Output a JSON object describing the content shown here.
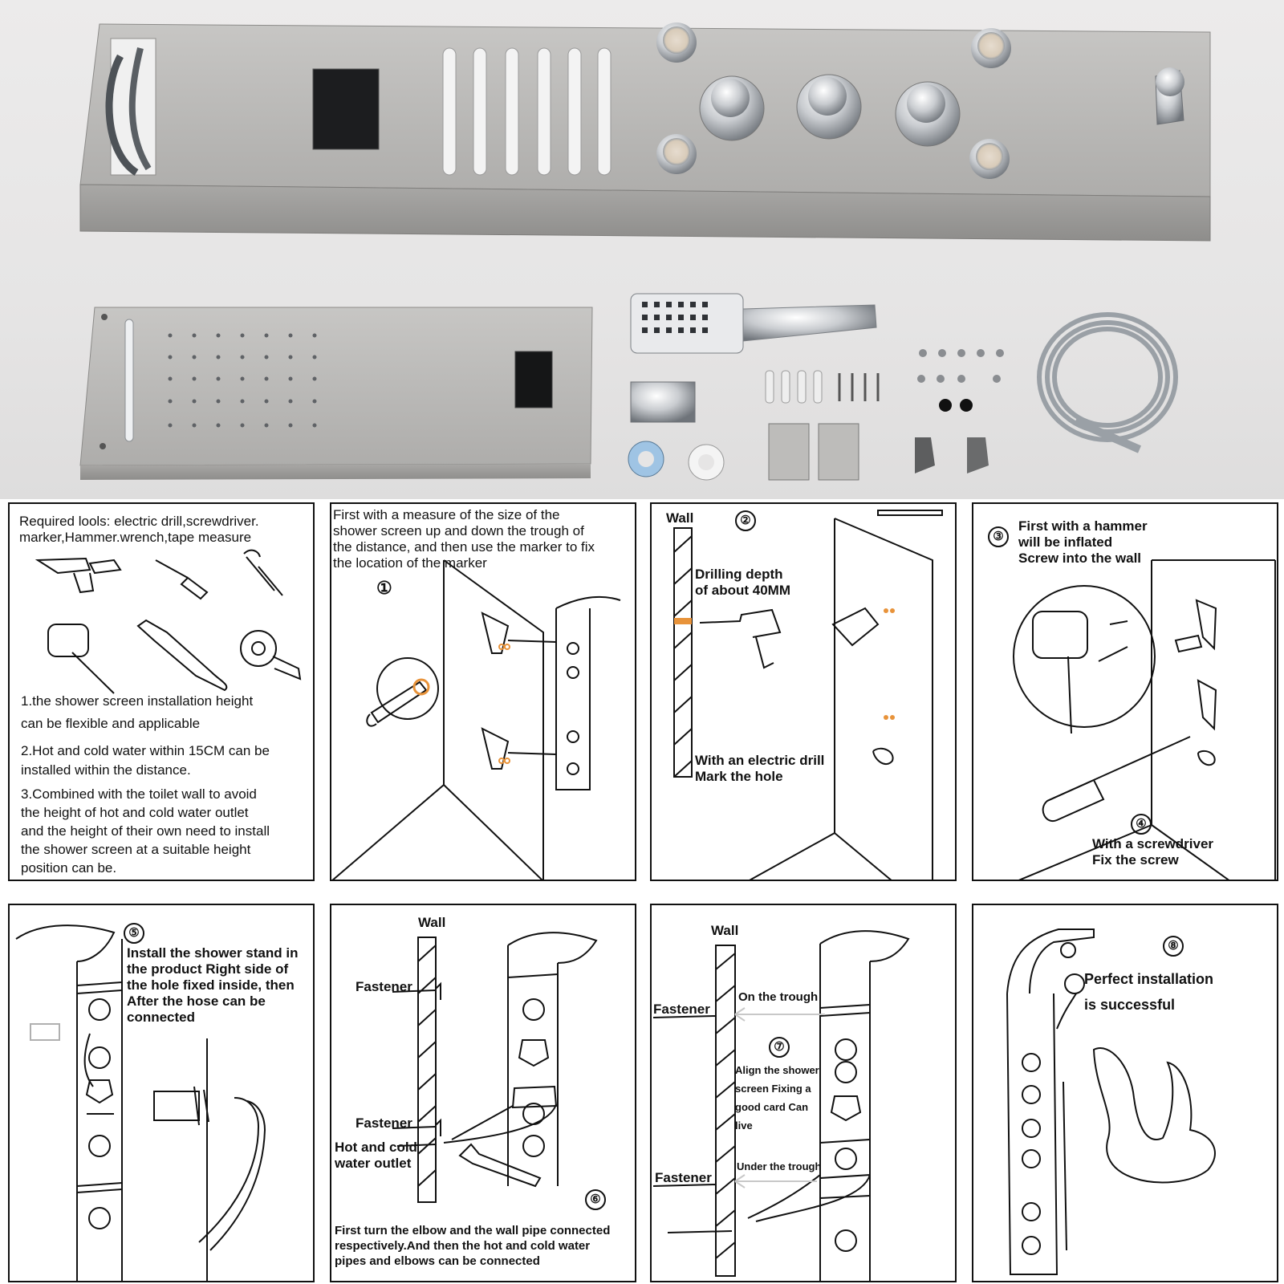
{
  "colors": {
    "brushed_steel": "#b9b8b6",
    "panel_border": "#111111",
    "marker_orange": "#e8933a",
    "chrome": "#d8dadc"
  },
  "panel1": {
    "title": "Required lools: electric drill,screwdriver.\n marker,Hammer.wrench,tape measure",
    "note1": "1.the shower screen installation height\n    can be flexible and applicable",
    "note2": "2.Hot and cold water within 15CM can be\ninstalled within the distance.",
    "note3": "3.Combined with the toilet wall to avoid\nthe height of hot and cold water outlet\nand the height of their own need to install\nthe shower screen at a suitable height\nposition can be."
  },
  "panel2": {
    "text": "First with a measure of the size of the\nshower screen up and down the trough of\nthe distance, and then use the marker to fix\nthe location of the marker",
    "step": "①"
  },
  "panel3": {
    "wall": "Wall",
    "step": "②",
    "drill_depth": "Drilling depth\nof about 40MM",
    "drill_mark": "With an electric drill\nMark the hole"
  },
  "panel4": {
    "step_a": "③",
    "text_a": "First with a hammer\nwill be inflated\nScrew into the wall",
    "step_b": "④",
    "text_b": "With a screwdriver\nFix the screw"
  },
  "panel5": {
    "step": "⑤",
    "text": "Install the shower stand in\nthe product Right side of\nthe hole fixed inside, then\nAfter the hose can be\nconnected"
  },
  "panel6": {
    "wall": "Wall",
    "fastener_top": "Fastener",
    "fastener_bottom": "Fastener",
    "outlet": "Hot and cold\n water outlet",
    "step": "⑥",
    "text": "First turn the elbow and the wall pipe connected\nrespectively.And then the hot and cold water\npipes and elbows can be connected"
  },
  "panel7": {
    "wall": "Wall",
    "fastener_top": "Fastener",
    "on_trough": "On the trough",
    "step": "⑦",
    "align": "Align the shower\nscreen Fixing a\ngood card Can\nlive",
    "fastener_bottom": "Fastener",
    "under_trough": "Under the trough"
  },
  "panel8": {
    "step": "⑧",
    "text": "Perfect installation\nis successful"
  }
}
